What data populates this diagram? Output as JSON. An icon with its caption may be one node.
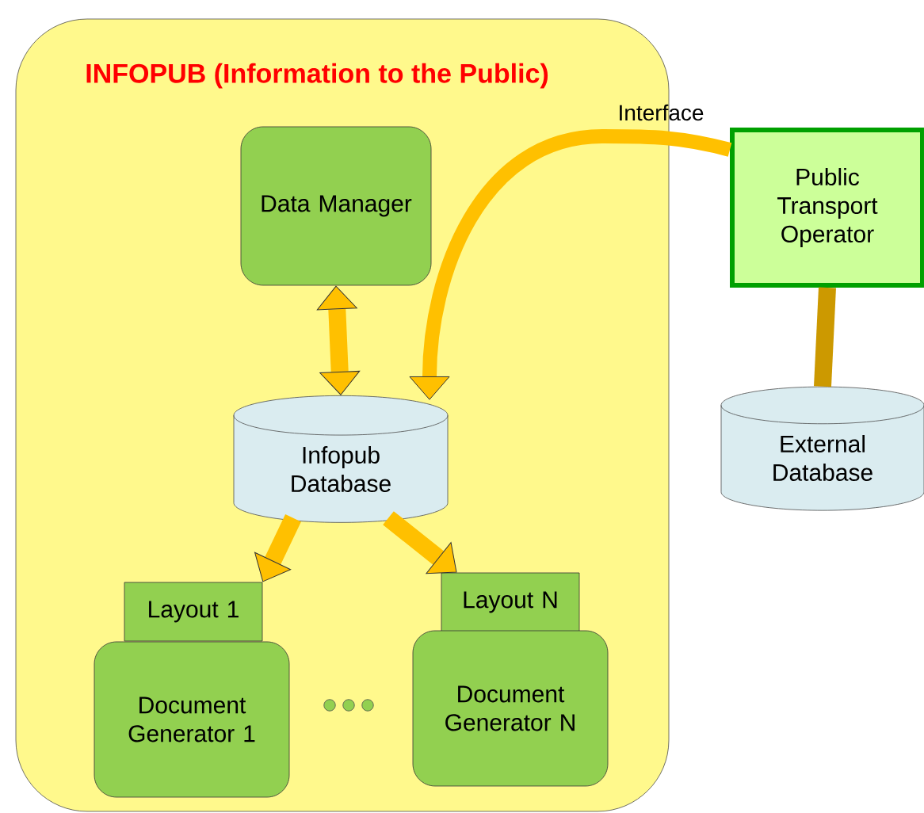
{
  "diagram": {
    "nodes": [
      {
        "text": [
          "INFOPUB (Information to the Public)"
        ]
      },
      {
        "text": [
          "Data Manager"
        ],
        "in": 0
      },
      {
        "text": [
          "Infopub Database"
        ],
        "in": 0
      },
      {
        "text": [
          "Layout 1"
        ],
        "in": 0
      },
      {
        "text": [
          "Document Generator 1"
        ],
        "in": 0
      },
      {
        "text": [
          "Layout N"
        ],
        "in": 0
      },
      {
        "text": [
          "Document Generator N"
        ],
        "in": 0
      },
      {
        "text": [
          "Public Transport Operator"
        ]
      },
      {
        "text": [
          "External Database"
        ]
      }
    ],
    "edges": [
      {
        "from": 1,
        "to": 2,
        "arrow": "both"
      },
      {
        "from": 2,
        "to": 3,
        "arrow": "to"
      },
      {
        "from": 2,
        "to": 5,
        "arrow": "to"
      },
      {
        "from": 8,
        "to": 7,
        "arrow": "none",
        "color": "#cc9900"
      },
      {
        "from": 7,
        "to": 2,
        "arrow": "to",
        "label": "Interface"
      }
    ]
  }
}
